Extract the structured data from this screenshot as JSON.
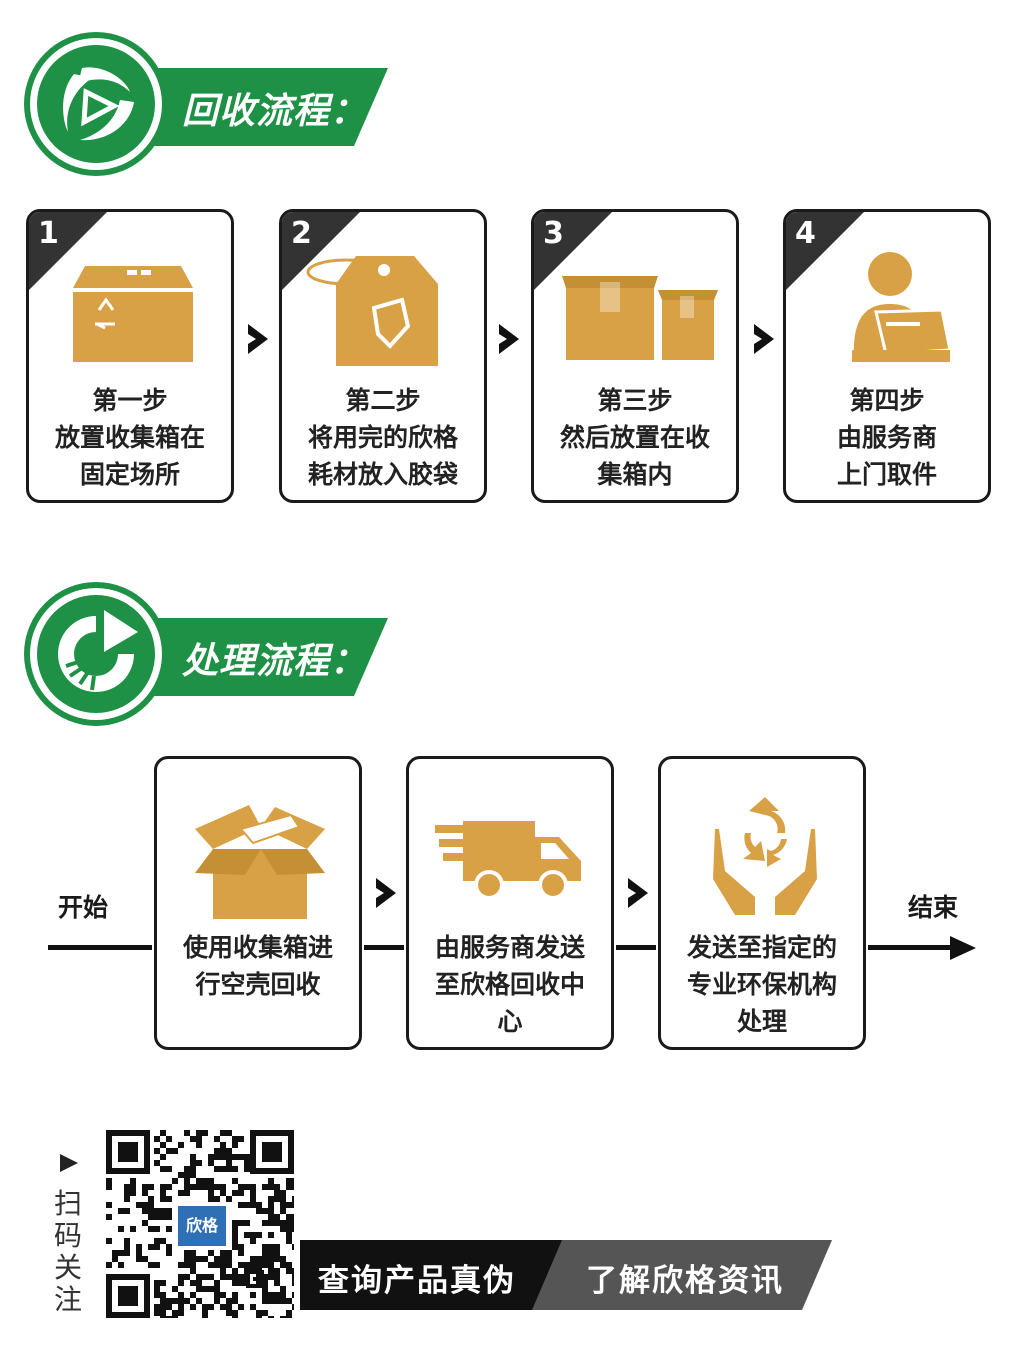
{
  "colors": {
    "green": "#1f9147",
    "gold": "#d9a145",
    "dark": "#333333"
  },
  "section1": {
    "title": "回收流程：",
    "icon": "leaf-triangle-icon",
    "steps": [
      {
        "number": "1",
        "icon": "recycle-box-icon",
        "lines": [
          "第一步",
          "放置收集箱在",
          "固定场所"
        ]
      },
      {
        "number": "2",
        "icon": "bag-tag-icon",
        "lines": [
          "第二步",
          "将用完的欣格",
          "耗材放入胶袋"
        ]
      },
      {
        "number": "3",
        "icon": "boxes-icon",
        "lines": [
          "第三步",
          "然后放置在收",
          "集箱内"
        ]
      },
      {
        "number": "4",
        "icon": "courier-icon",
        "lines": [
          "第四步",
          "由服务商",
          "上门取件"
        ]
      }
    ]
  },
  "section2": {
    "title": "处理流程：",
    "icon": "cycle-arrow-icon",
    "start": "开始",
    "end": "结束",
    "steps": [
      {
        "icon": "open-box-icon",
        "lines": [
          "使用收集箱进",
          "行空壳回收"
        ]
      },
      {
        "icon": "truck-icon",
        "lines": [
          "由服务商发送",
          "至欣格回收中",
          "心"
        ]
      },
      {
        "icon": "hands-recycle-icon",
        "lines": [
          "发送至指定的",
          "专业环保机构",
          "处理"
        ]
      }
    ]
  },
  "footer": {
    "scan_label": [
      "扫",
      "码",
      "关",
      "注"
    ],
    "qr_logo_text": "欣格",
    "btn_verify": "查询产品真伪",
    "btn_info": "了解欣格资讯"
  }
}
